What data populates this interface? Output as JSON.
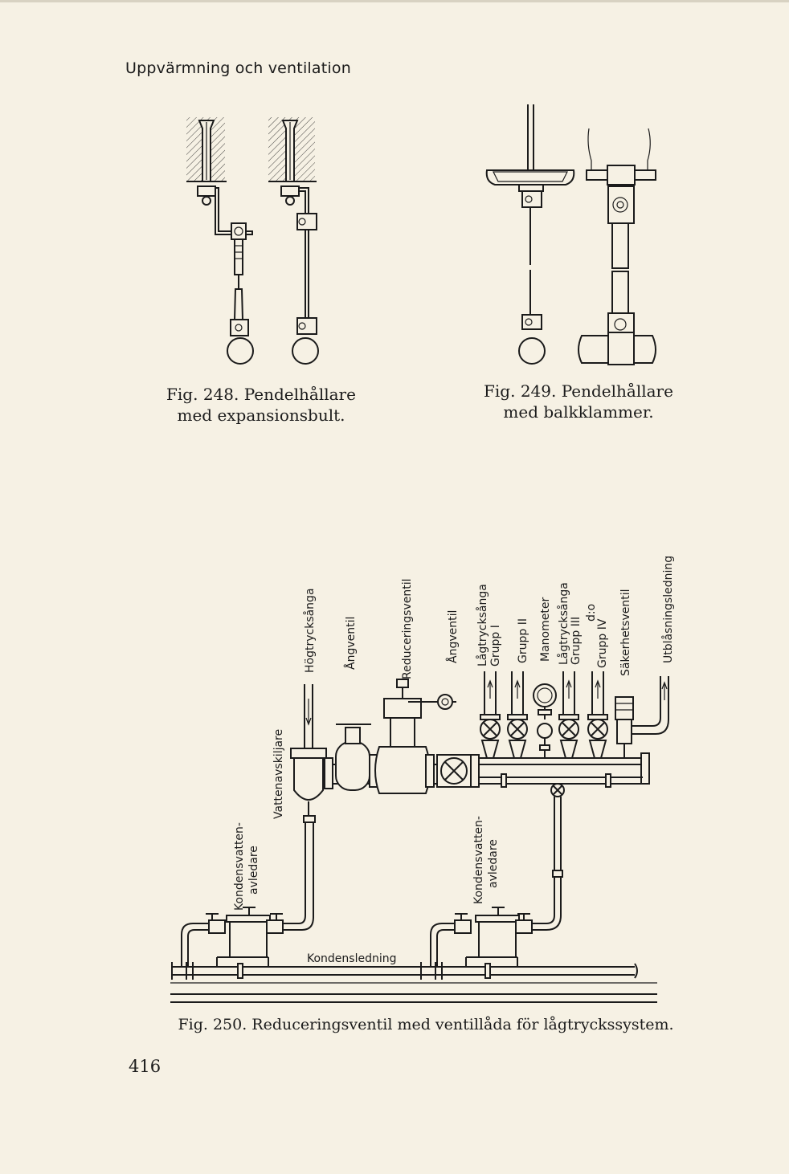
{
  "running_head": "Uppvärmning och ventilation",
  "page_number": "416",
  "figures": {
    "fig248": {
      "caption_line1": "Fig. 248. Pendelhållare",
      "caption_line2": "med expansionsbult."
    },
    "fig249": {
      "caption_line1": "Fig. 249. Pendelhållare",
      "caption_line2": "med balkklammer."
    },
    "fig250": {
      "caption": "Fig. 250. Reduceringsventil med ventillåda för lågtryckssystem.",
      "labels": {
        "hogtrycksanga": "Högtrycksånga",
        "angventil_1": "Ångventil",
        "reduceringsventil": "Reduceringsventil",
        "angventil_2": "Ångventil",
        "lagtrycksanga_1": "Lågtrycksånga",
        "grupp_1": "Grupp I",
        "grupp_2": "Grupp II",
        "manometer": "Manometer",
        "lagtrycksanga_2": "Lågtrycksånga",
        "grupp_3": "Grupp III",
        "dio": "d:o",
        "grupp_4": "Grupp IV",
        "sakerhetsventil": "Säkerhetsventil",
        "utblasningsledning": "Utblåsningsledning",
        "vattenavskiljare": "Vattenavskiljare",
        "kondensvatten_1": "Kondensvatten-",
        "avledare_1": "avledare",
        "kondensvatten_2": "Kondensvatten-",
        "avledare_2": "avledare",
        "kondensledning": "Kondensledning"
      }
    }
  }
}
